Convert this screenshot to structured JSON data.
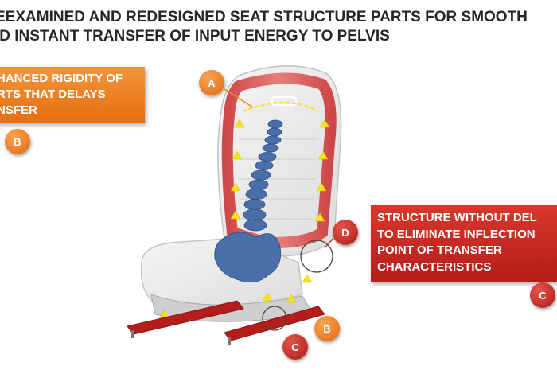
{
  "title": {
    "line1": "EEXAMINED AND REDESIGNED SEAT STRUCTURE PARTS FOR SMOOTH",
    "line2": "ID INSTANT TRANSFER OF INPUT ENERGY TO PELVIS"
  },
  "callouts": {
    "rigidity": {
      "lines": [
        "HANCED RIGIDITY OF",
        "RTS THAT DELAYS",
        "NSFER"
      ],
      "color": "#e8791e"
    },
    "structure": {
      "lines": [
        "STRUCTURE WITHOUT DEL",
        "TO ELIMINATE INFLECTION",
        "POINT OF TRANSFER",
        "CHARACTERISTICS"
      ],
      "color": "#c22a22"
    }
  },
  "badges": {
    "a": "A",
    "b_left": "B",
    "b_seat": "B",
    "c_right": "C",
    "c_seat": "C",
    "d": "D"
  },
  "colors": {
    "frame_red": "#d23a3a",
    "spine_blue": "#4a6fa8",
    "arrow_yellow": "#f4e21b",
    "rail_red": "#b51d1a"
  }
}
